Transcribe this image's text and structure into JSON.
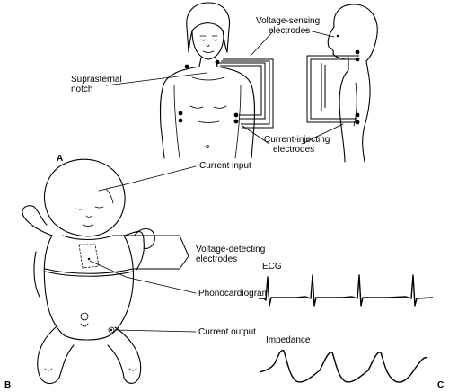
{
  "panels": {
    "a": "A",
    "b": "B",
    "c": "C"
  },
  "labels": {
    "voltage_sensing": [
      "Voltage-sensing",
      "electrodes"
    ],
    "suprasternal": [
      "Suprasternal",
      "notch"
    ],
    "current_injecting": [
      "Current-injecting",
      "electrodes"
    ],
    "current_input": "Current input",
    "voltage_detecting": [
      "Voltage-detecting",
      "electrodes"
    ],
    "phonocardiogram": "Phonocardiogram",
    "current_output": "Current output",
    "ecg": "ECG",
    "impedance": "Impedance"
  },
  "colors": {
    "ink": "#000000",
    "background": "#ffffff"
  }
}
